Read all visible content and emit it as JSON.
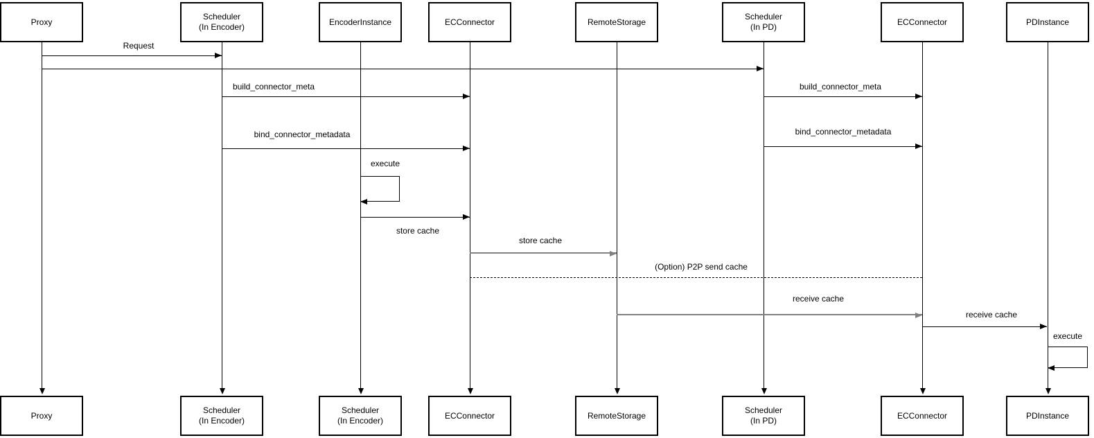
{
  "diagram_type": "uml-sequence-diagram",
  "colors": {
    "stroke": "#000000",
    "gray_stroke": "#808080",
    "box_fill": "#ffffff",
    "background": "#ffffff"
  },
  "participants": {
    "top": [
      "Proxy",
      "Scheduler\n(In Encoder)",
      "EncoderInstance",
      "ECConnector",
      "RemoteStorage",
      "Scheduler\n(In PD)",
      "ECConnector",
      "PDInstance"
    ],
    "bottom": [
      "Proxy",
      "Scheduler\n(In Encoder)",
      "Scheduler\n(In Encoder)",
      "ECConnector",
      "RemoteStorage",
      "Scheduler\n(In PD)",
      "ECConnector",
      "PDInstance"
    ]
  },
  "messages": {
    "request": {
      "label": "Request",
      "from": "Proxy",
      "to": "Scheduler (In Encoder)",
      "style": "solid"
    },
    "proxy_to_scheduler_pd": {
      "label": "",
      "from": "Proxy",
      "to": "Scheduler (In PD)",
      "style": "solid"
    },
    "build_connector_meta_left": {
      "label": "build_connector_meta",
      "from": "Scheduler (In Encoder)",
      "to": "ECConnector",
      "style": "solid"
    },
    "bind_connector_metadata_left": {
      "label": "bind_connector_metadata",
      "from": "Scheduler (In Encoder)",
      "to": "ECConnector",
      "style": "solid"
    },
    "build_connector_meta_right": {
      "label": "build_connector_meta",
      "from": "Scheduler (In PD)",
      "to": "ECConnector",
      "style": "solid"
    },
    "bind_connector_metadata_right": {
      "label": "bind_connector_metadata",
      "from": "Scheduler (In PD)",
      "to": "ECConnector",
      "style": "solid"
    },
    "execute_encoder": {
      "label": "execute",
      "from": "EncoderInstance",
      "to": "EncoderInstance",
      "style": "self-loop"
    },
    "store_cache_1": {
      "label": "store cache",
      "from": "EncoderInstance",
      "to": "ECConnector",
      "style": "solid"
    },
    "store_cache_2": {
      "label": "store cache",
      "from": "ECConnector",
      "to": "RemoteStorage",
      "style": "solid-gray"
    },
    "p2p_send_cache": {
      "label": "(Option) P2P send cache",
      "from": "ECConnector",
      "to": "ECConnector",
      "style": "dashed"
    },
    "receive_cache_1": {
      "label": "receive cache",
      "from": "RemoteStorage",
      "to": "ECConnector",
      "style": "solid-gray"
    },
    "receive_cache_2": {
      "label": "receive cache",
      "from": "ECConnector",
      "to": "PDInstance",
      "style": "solid"
    },
    "execute_pd": {
      "label": "execute",
      "from": "PDInstance",
      "to": "PDInstance",
      "style": "self-loop"
    }
  }
}
